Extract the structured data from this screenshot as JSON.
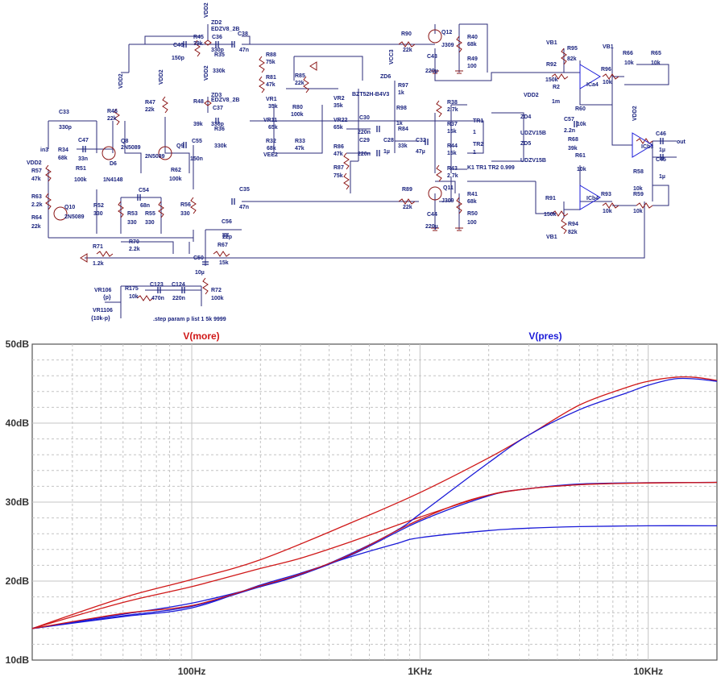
{
  "schematic": {
    "directive": ".step param p list 1 5k 9999",
    "labels": [
      {
        "id": "vdd2-a",
        "t": "VDD2"
      },
      {
        "id": "zd2",
        "t": "ZD2"
      },
      {
        "id": "zd2v",
        "t": "EDZV8_2B"
      },
      {
        "id": "r45",
        "t": "R45"
      },
      {
        "id": "r45v",
        "t": "39k"
      },
      {
        "id": "c36",
        "t": "C36"
      },
      {
        "id": "c36v",
        "t": "330p"
      },
      {
        "id": "c38",
        "t": "C38"
      },
      {
        "id": "c38v",
        "t": "47n"
      },
      {
        "id": "c40",
        "t": "C40"
      },
      {
        "id": "c40v",
        "t": "150p"
      },
      {
        "id": "r35",
        "t": "R35"
      },
      {
        "id": "r35v",
        "t": "330k"
      },
      {
        "id": "r88",
        "t": "R88"
      },
      {
        "id": "r88v",
        "t": "75k"
      },
      {
        "id": "r90",
        "t": "R90"
      },
      {
        "id": "r90v",
        "t": "22k"
      },
      {
        "id": "q12",
        "t": "Q12"
      },
      {
        "id": "q12v",
        "t": "J309"
      },
      {
        "id": "r40",
        "t": "R40"
      },
      {
        "id": "r40v",
        "t": "68k"
      },
      {
        "id": "c43",
        "t": "C43"
      },
      {
        "id": "c43v",
        "t": "220µ"
      },
      {
        "id": "r49",
        "t": "R49"
      },
      {
        "id": "r49v",
        "t": "100"
      },
      {
        "id": "vb1a",
        "t": "VB1"
      },
      {
        "id": "r95",
        "t": "R95"
      },
      {
        "id": "r95v",
        "t": "82k"
      },
      {
        "id": "vb1b",
        "t": "VB1"
      },
      {
        "id": "r66",
        "t": "R66"
      },
      {
        "id": "r66v",
        "t": "10k"
      },
      {
        "id": "r65",
        "t": "R65"
      },
      {
        "id": "r65v",
        "t": "10k"
      },
      {
        "id": "r92",
        "t": "R92"
      },
      {
        "id": "r92v",
        "t": "150k"
      },
      {
        "id": "r2",
        "t": "R2"
      },
      {
        "id": "r2v",
        "t": "1m"
      },
      {
        "id": "vdd2-e",
        "t": "VDD2"
      },
      {
        "id": "ica4",
        "t": "ICa4"
      },
      {
        "id": "r96",
        "t": "R96"
      },
      {
        "id": "r96v",
        "t": "10k"
      },
      {
        "id": "vdd2-b",
        "t": "VDD2"
      },
      {
        "id": "r46",
        "t": "R46"
      },
      {
        "id": "r46v",
        "t": "22k"
      },
      {
        "id": "vdd2-c",
        "t": "VDD2"
      },
      {
        "id": "r47",
        "t": "R47"
      },
      {
        "id": "r47v",
        "t": "22k"
      },
      {
        "id": "vdd2-d",
        "t": "VDD2"
      },
      {
        "id": "zd3",
        "t": "ZD3"
      },
      {
        "id": "zd3v",
        "t": "EDZV8_2B"
      },
      {
        "id": "r48",
        "t": "R48"
      },
      {
        "id": "r48v",
        "t": "39k"
      },
      {
        "id": "c37",
        "t": "C37"
      },
      {
        "id": "c37v",
        "t": "330p"
      },
      {
        "id": "r36",
        "t": "R36"
      },
      {
        "id": "r36v",
        "t": "330k"
      },
      {
        "id": "r81",
        "t": "R81"
      },
      {
        "id": "r81v",
        "t": "47k"
      },
      {
        "id": "r85",
        "t": "R85"
      },
      {
        "id": "r85v",
        "t": "22k"
      },
      {
        "id": "vr1",
        "t": "VR1"
      },
      {
        "id": "vr1v",
        "t": "35k"
      },
      {
        "id": "r80",
        "t": "R80"
      },
      {
        "id": "r80v",
        "t": "100k"
      },
      {
        "id": "vr2",
        "t": "VR2"
      },
      {
        "id": "vr2v",
        "t": "35k"
      },
      {
        "id": "vr11",
        "t": "VR11"
      },
      {
        "id": "vr11v",
        "t": "65k"
      },
      {
        "id": "vr22",
        "t": "VR22"
      },
      {
        "id": "vr22v",
        "t": "65k"
      },
      {
        "id": "r32",
        "t": "R32"
      },
      {
        "id": "r32v",
        "t": "68k"
      },
      {
        "id": "r33",
        "t": "R33"
      },
      {
        "id": "r33v",
        "t": "47k"
      },
      {
        "id": "vee2",
        "t": "VEE2"
      },
      {
        "id": "vcc3",
        "t": "VCC3"
      },
      {
        "id": "zd6",
        "t": "ZD6"
      },
      {
        "id": "bzt",
        "t": "BZT52H-B4V3"
      },
      {
        "id": "r97",
        "t": "R97"
      },
      {
        "id": "r97v",
        "t": "1k"
      },
      {
        "id": "r98",
        "t": "R98"
      },
      {
        "id": "r98v",
        "t": "1k"
      },
      {
        "id": "r84",
        "t": "R84"
      },
      {
        "id": "r84v",
        "t": "33k"
      },
      {
        "id": "c28",
        "t": "C28"
      },
      {
        "id": "c28v",
        "t": "1µ"
      },
      {
        "id": "c32",
        "t": "C32"
      },
      {
        "id": "c32v",
        "t": "47µ"
      },
      {
        "id": "c30",
        "t": "C30"
      },
      {
        "id": "c30v",
        "t": "220n"
      },
      {
        "id": "c29",
        "t": "C29"
      },
      {
        "id": "c29v",
        "t": "220n"
      },
      {
        "id": "r86",
        "t": "R86"
      },
      {
        "id": "r86v",
        "t": "47k"
      },
      {
        "id": "r87",
        "t": "R87"
      },
      {
        "id": "r87v",
        "t": "75k"
      },
      {
        "id": "r38",
        "t": "R38"
      },
      {
        "id": "r38v",
        "t": "2.7k"
      },
      {
        "id": "r37",
        "t": "R37"
      },
      {
        "id": "r37v",
        "t": "15k"
      },
      {
        "id": "tr1",
        "t": "TR1"
      },
      {
        "id": "tr1v",
        "t": "1"
      },
      {
        "id": "tr2",
        "t": "TR2"
      },
      {
        "id": "tr2v",
        "t": "1"
      },
      {
        "id": "r44",
        "t": "R44"
      },
      {
        "id": "r44v",
        "t": "15k"
      },
      {
        "id": "zd4",
        "t": "ZD4"
      },
      {
        "id": "zd4v",
        "t": "UDZV15B"
      },
      {
        "id": "zd5",
        "t": "ZD5"
      },
      {
        "id": "zd5v",
        "t": "UDZV15B"
      },
      {
        "id": "k1",
        "t": "K1 TR1 TR2 0.999"
      },
      {
        "id": "r43",
        "t": "R43"
      },
      {
        "id": "r43v",
        "t": "2.7k"
      },
      {
        "id": "c57",
        "t": "C57"
      },
      {
        "id": "c57v",
        "t": "2.2n"
      },
      {
        "id": "r60",
        "t": "R60"
      },
      {
        "id": "r60v",
        "t": "10k"
      },
      {
        "id": "r68",
        "t": "R68"
      },
      {
        "id": "r68v",
        "t": "39k"
      },
      {
        "id": "vdd2-f",
        "t": "VDD2"
      },
      {
        "id": "icb3",
        "t": "ICb3"
      },
      {
        "id": "c46",
        "t": "C46"
      },
      {
        "id": "c46v",
        "t": "1µ"
      },
      {
        "id": "out",
        "t": "out"
      },
      {
        "id": "c45",
        "t": "C45"
      },
      {
        "id": "c45v",
        "t": "1µ"
      },
      {
        "id": "c33",
        "t": "C33"
      },
      {
        "id": "c33v",
        "t": "330p"
      },
      {
        "id": "in3",
        "t": "in3"
      },
      {
        "id": "r34",
        "t": "R34"
      },
      {
        "id": "r34v",
        "t": "68k"
      },
      {
        "id": "c47",
        "t": "C47"
      },
      {
        "id": "c47v",
        "t": "33n"
      },
      {
        "id": "q8",
        "t": "Q8"
      },
      {
        "id": "q8v",
        "t": "2N5089"
      },
      {
        "id": "q9",
        "t": "Q9"
      },
      {
        "id": "q9v",
        "t": "2N5089"
      },
      {
        "id": "c55",
        "t": "C55"
      },
      {
        "id": "c55v",
        "t": "150n"
      },
      {
        "id": "vdd2-g",
        "t": "VDD2"
      },
      {
        "id": "r57",
        "t": "R57"
      },
      {
        "id": "r57v",
        "t": "47k"
      },
      {
        "id": "r51",
        "t": "R51"
      },
      {
        "id": "r51v",
        "t": "100k"
      },
      {
        "id": "d6",
        "t": "D6"
      },
      {
        "id": "d6v",
        "t": "1N4148"
      },
      {
        "id": "r62",
        "t": "R62"
      },
      {
        "id": "r62v",
        "t": "100k"
      },
      {
        "id": "r63",
        "t": "R63"
      },
      {
        "id": "r63v",
        "t": "2.2k"
      },
      {
        "id": "c54",
        "t": "C54"
      },
      {
        "id": "c54v",
        "t": "68n"
      },
      {
        "id": "q10",
        "t": "Q10"
      },
      {
        "id": "q10v",
        "t": "2N5089"
      },
      {
        "id": "r52",
        "t": "R52"
      },
      {
        "id": "r52v",
        "t": "330"
      },
      {
        "id": "r53",
        "t": "R53"
      },
      {
        "id": "r53v",
        "t": "330"
      },
      {
        "id": "r55",
        "t": "R55"
      },
      {
        "id": "r55v",
        "t": "330"
      },
      {
        "id": "r56",
        "t": "R56"
      },
      {
        "id": "r56v",
        "t": "330"
      },
      {
        "id": "r64",
        "t": "R64"
      },
      {
        "id": "r64v",
        "t": "22k"
      },
      {
        "id": "c35",
        "t": "C35"
      },
      {
        "id": "c35v",
        "t": "47n"
      },
      {
        "id": "r89",
        "t": "R89"
      },
      {
        "id": "r89v",
        "t": "22k"
      },
      {
        "id": "q11",
        "t": "Q11"
      },
      {
        "id": "q11v",
        "t": "J309"
      },
      {
        "id": "r41",
        "t": "R41"
      },
      {
        "id": "r41v",
        "t": "68k"
      },
      {
        "id": "c44",
        "t": "C44"
      },
      {
        "id": "c44v",
        "t": "220µ"
      },
      {
        "id": "r50",
        "t": "R50"
      },
      {
        "id": "r50v",
        "t": "100"
      },
      {
        "id": "r61",
        "t": "R61"
      },
      {
        "id": "r61v",
        "t": "10k"
      },
      {
        "id": "icb4",
        "t": "ICb4"
      },
      {
        "id": "r58",
        "t": "R58"
      },
      {
        "id": "r58v",
        "t": "10k"
      },
      {
        "id": "r91",
        "t": "R91"
      },
      {
        "id": "r91v",
        "t": "150k"
      },
      {
        "id": "r93",
        "t": "R93"
      },
      {
        "id": "r93v",
        "t": "10k"
      },
      {
        "id": "r59",
        "t": "R59"
      },
      {
        "id": "r59v",
        "t": "10k"
      },
      {
        "id": "r94",
        "t": "R94"
      },
      {
        "id": "r94v",
        "t": "82k"
      },
      {
        "id": "vb1c",
        "t": "VB1"
      },
      {
        "id": "c56",
        "t": "C56"
      },
      {
        "id": "c56v",
        "t": "22p"
      },
      {
        "id": "r71",
        "t": "R71"
      },
      {
        "id": "r71v",
        "t": "1.2k"
      },
      {
        "id": "r70",
        "t": "R70"
      },
      {
        "id": "r70v",
        "t": "2.2k"
      },
      {
        "id": "r67",
        "t": "R67"
      },
      {
        "id": "r67v",
        "t": "15k"
      },
      {
        "id": "c50",
        "t": "C50"
      },
      {
        "id": "c50v",
        "t": "10µ"
      },
      {
        "id": "vr106",
        "t": "VR106"
      },
      {
        "id": "vr106v",
        "t": "{p}"
      },
      {
        "id": "vr1106",
        "t": "VR1106"
      },
      {
        "id": "vr1106v",
        "t": "{10k-p}"
      },
      {
        "id": "r175",
        "t": "R175"
      },
      {
        "id": "r175v",
        "t": "10k"
      },
      {
        "id": "c123",
        "t": "C123"
      },
      {
        "id": "c123v",
        "t": "470n"
      },
      {
        "id": "c124",
        "t": "C124"
      },
      {
        "id": "c124v",
        "t": "220n"
      },
      {
        "id": "r72",
        "t": "R72"
      },
      {
        "id": "r72v",
        "t": "100k"
      }
    ]
  },
  "chart_data": {
    "type": "line",
    "x_scale": "log",
    "xlim": [
      20,
      20000
    ],
    "ylim": [
      10,
      50
    ],
    "y_ticks": [
      "10dB",
      "20dB",
      "30dB",
      "40dB",
      "50dB"
    ],
    "x_ticks": [
      "100Hz",
      "1KHz",
      "10KHz"
    ],
    "legend": [
      "V(more)",
      "V(pres)"
    ],
    "colors": {
      "more": "#d01818",
      "pres": "#1a1ad8",
      "grid": "#c4c4c4"
    },
    "series": [
      {
        "name": "V(more)",
        "x": [
          20,
          50,
          100,
          200,
          500,
          1000,
          2000,
          3000,
          5000,
          8000,
          10000,
          13000,
          16000,
          20000
        ],
        "y": [
          14,
          17.9,
          20.2,
          22.7,
          27.4,
          31.2,
          35.6,
          38.5,
          42.3,
          44.5,
          45.3,
          45.8,
          45.8,
          45.4
        ]
      },
      {
        "name": "V(more)",
        "x": [
          20,
          50,
          100,
          200,
          300,
          500,
          1000,
          2000,
          3000,
          5000,
          8000,
          10000,
          20000
        ],
        "y": [
          14,
          17.3,
          19.3,
          21.6,
          22.9,
          25,
          28.1,
          30.9,
          31.7,
          32.2,
          32.4,
          32.45,
          32.5
        ]
      },
      {
        "name": "V(pres)",
        "x": [
          20,
          50,
          100,
          200,
          300,
          500,
          800,
          1000,
          2000,
          3000,
          5000,
          8000,
          10000,
          13000,
          16000,
          20000
        ],
        "y": [
          14,
          15.8,
          17.2,
          19.3,
          20.8,
          23.5,
          26.5,
          28.5,
          35,
          38.5,
          41.7,
          43.8,
          44.8,
          45.6,
          45.6,
          45.3
        ]
      },
      {
        "name": "V(pres)",
        "x": [
          20,
          50,
          100,
          200,
          300,
          500,
          1000,
          2000,
          3000,
          5000,
          10000,
          20000
        ],
        "y": [
          14,
          15.6,
          16.8,
          19.3,
          20.8,
          23.3,
          27.6,
          30.8,
          31.7,
          32.3,
          32.45,
          32.5
        ]
      },
      {
        "name": "V(pres)",
        "x": [
          20,
          50,
          100,
          200,
          300,
          500,
          800,
          1000,
          2000,
          3000,
          5000,
          10000,
          20000
        ],
        "y": [
          14,
          15.5,
          16.6,
          19.5,
          21,
          23.1,
          24.8,
          25.5,
          26.4,
          26.7,
          26.9,
          27,
          27
        ]
      },
      {
        "name": "V(more)",
        "x": [
          20,
          50,
          100,
          200,
          300,
          500,
          1000,
          2000,
          5000,
          20000
        ],
        "y": [
          14,
          15.9,
          16.9,
          19.4,
          20.9,
          23.4,
          27.8,
          30.9,
          32.2,
          32.5
        ]
      }
    ]
  }
}
